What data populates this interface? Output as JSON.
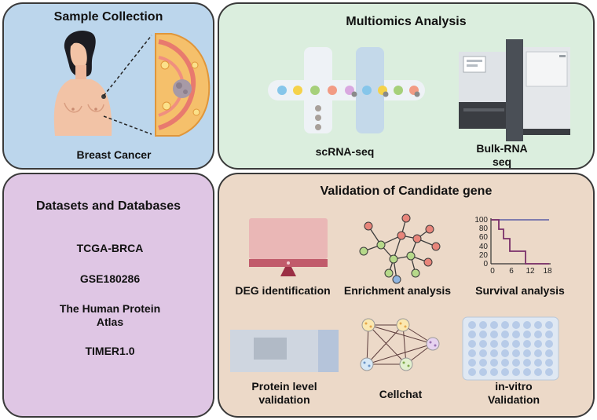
{
  "panels": {
    "sample": {
      "title": "Sample Collection",
      "label": "Breast Cancer",
      "color": "#bcd6ec"
    },
    "multiomics": {
      "title": "Multiomics Analysis",
      "labels": [
        "scRNA-seq",
        "Bulk-RNA\nseq"
      ],
      "color": "#dbeede"
    },
    "datasets": {
      "title": "Datasets and Databases",
      "items": [
        "TCGA-BRCA",
        "GSE180286",
        "The Human Protein\nAtlas",
        "TIMER1.0"
      ],
      "color": "#dfc6e4"
    },
    "validation": {
      "title": "Validation of Candidate gene",
      "items": [
        "DEG identification",
        "Enrichment analysis",
        "Survival analysis",
        "Protein level\nvalidation",
        "Cellchat",
        "in-vitro\nValidation"
      ],
      "color": "#ecd9c8"
    }
  },
  "survival_axis": {
    "y_ticks": [
      "100",
      "80",
      "60",
      "40",
      "20",
      "0"
    ],
    "x_ticks": [
      "0",
      "6",
      "12",
      "18"
    ]
  }
}
